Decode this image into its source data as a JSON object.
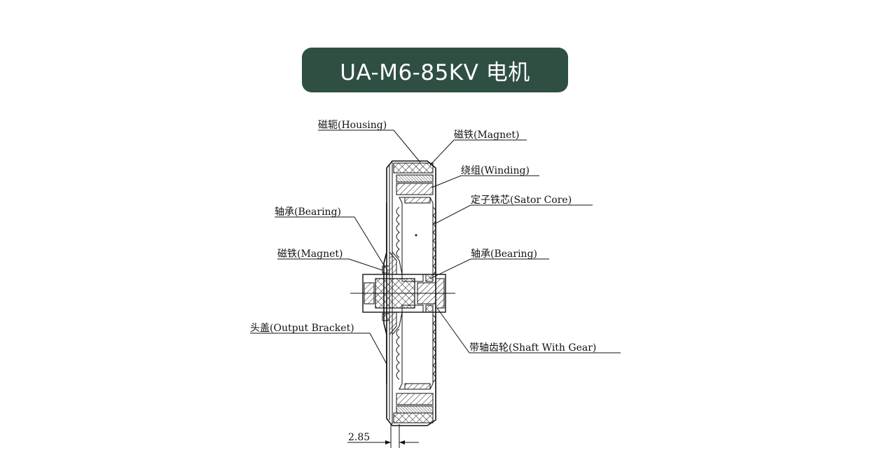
{
  "title": "UA-M6-85KV 电机",
  "labels": {
    "housing": "磁轭(Housing)",
    "magnet_top": "磁铁(Magnet)",
    "winding": "绕组(Winding)",
    "stator_core": "定子铁芯(Sator Core)",
    "bearing_left": "轴承(Bearing)",
    "magnet_left": "磁铁(Magnet)",
    "bearing_right": "轴承(Bearing)",
    "output_bracket": "头盖(Output Bracket)",
    "shaft_with_gear": "带轴齿轮(Shaft With Gear)"
  },
  "dimension": "2.85"
}
